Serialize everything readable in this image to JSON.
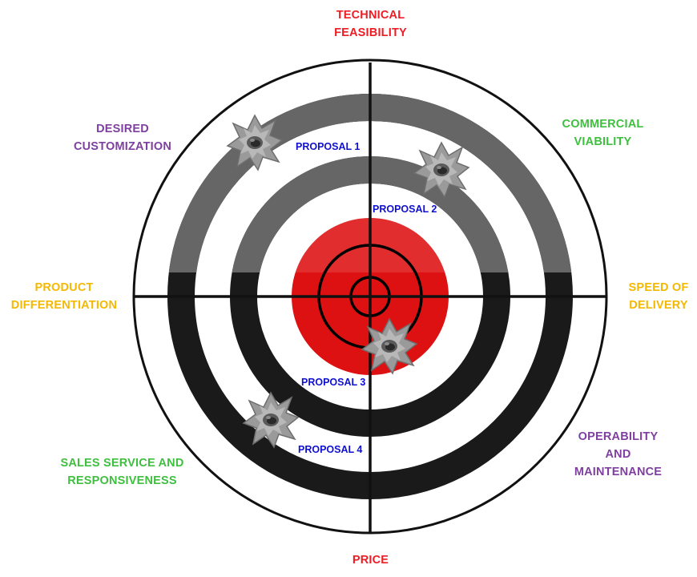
{
  "colors": {
    "red": "#ee1c24",
    "green": "#3fbf3f",
    "purple": "#7f3fa0",
    "yellow": "#f5b800",
    "blue": "#1010d0",
    "bullseye": "#dd1111",
    "ring_dark": "#1a1a1a",
    "ring_light": "#666666"
  },
  "criteria": {
    "top": "TECHNICAL\nFEASIBILITY",
    "top_right": "COMMERCIAL\nVIABILITY",
    "right": "SPEED OF\nDELIVERY",
    "bottom_right": "OPERABILITY\nAND\nMAINTENANCE",
    "bottom": "PRICE",
    "bottom_left": "SALES SERVICE AND\nRESPONSIVENESS",
    "left": "PRODUCT\nDIFFERENTIATION",
    "top_left": "DESIRED\nCUSTOMIZATION"
  },
  "proposals": [
    {
      "label": "PROPOSAL 1"
    },
    {
      "label": "PROPOSAL 2"
    },
    {
      "label": "PROPOSAL 3"
    },
    {
      "label": "PROPOSAL 4"
    }
  ]
}
